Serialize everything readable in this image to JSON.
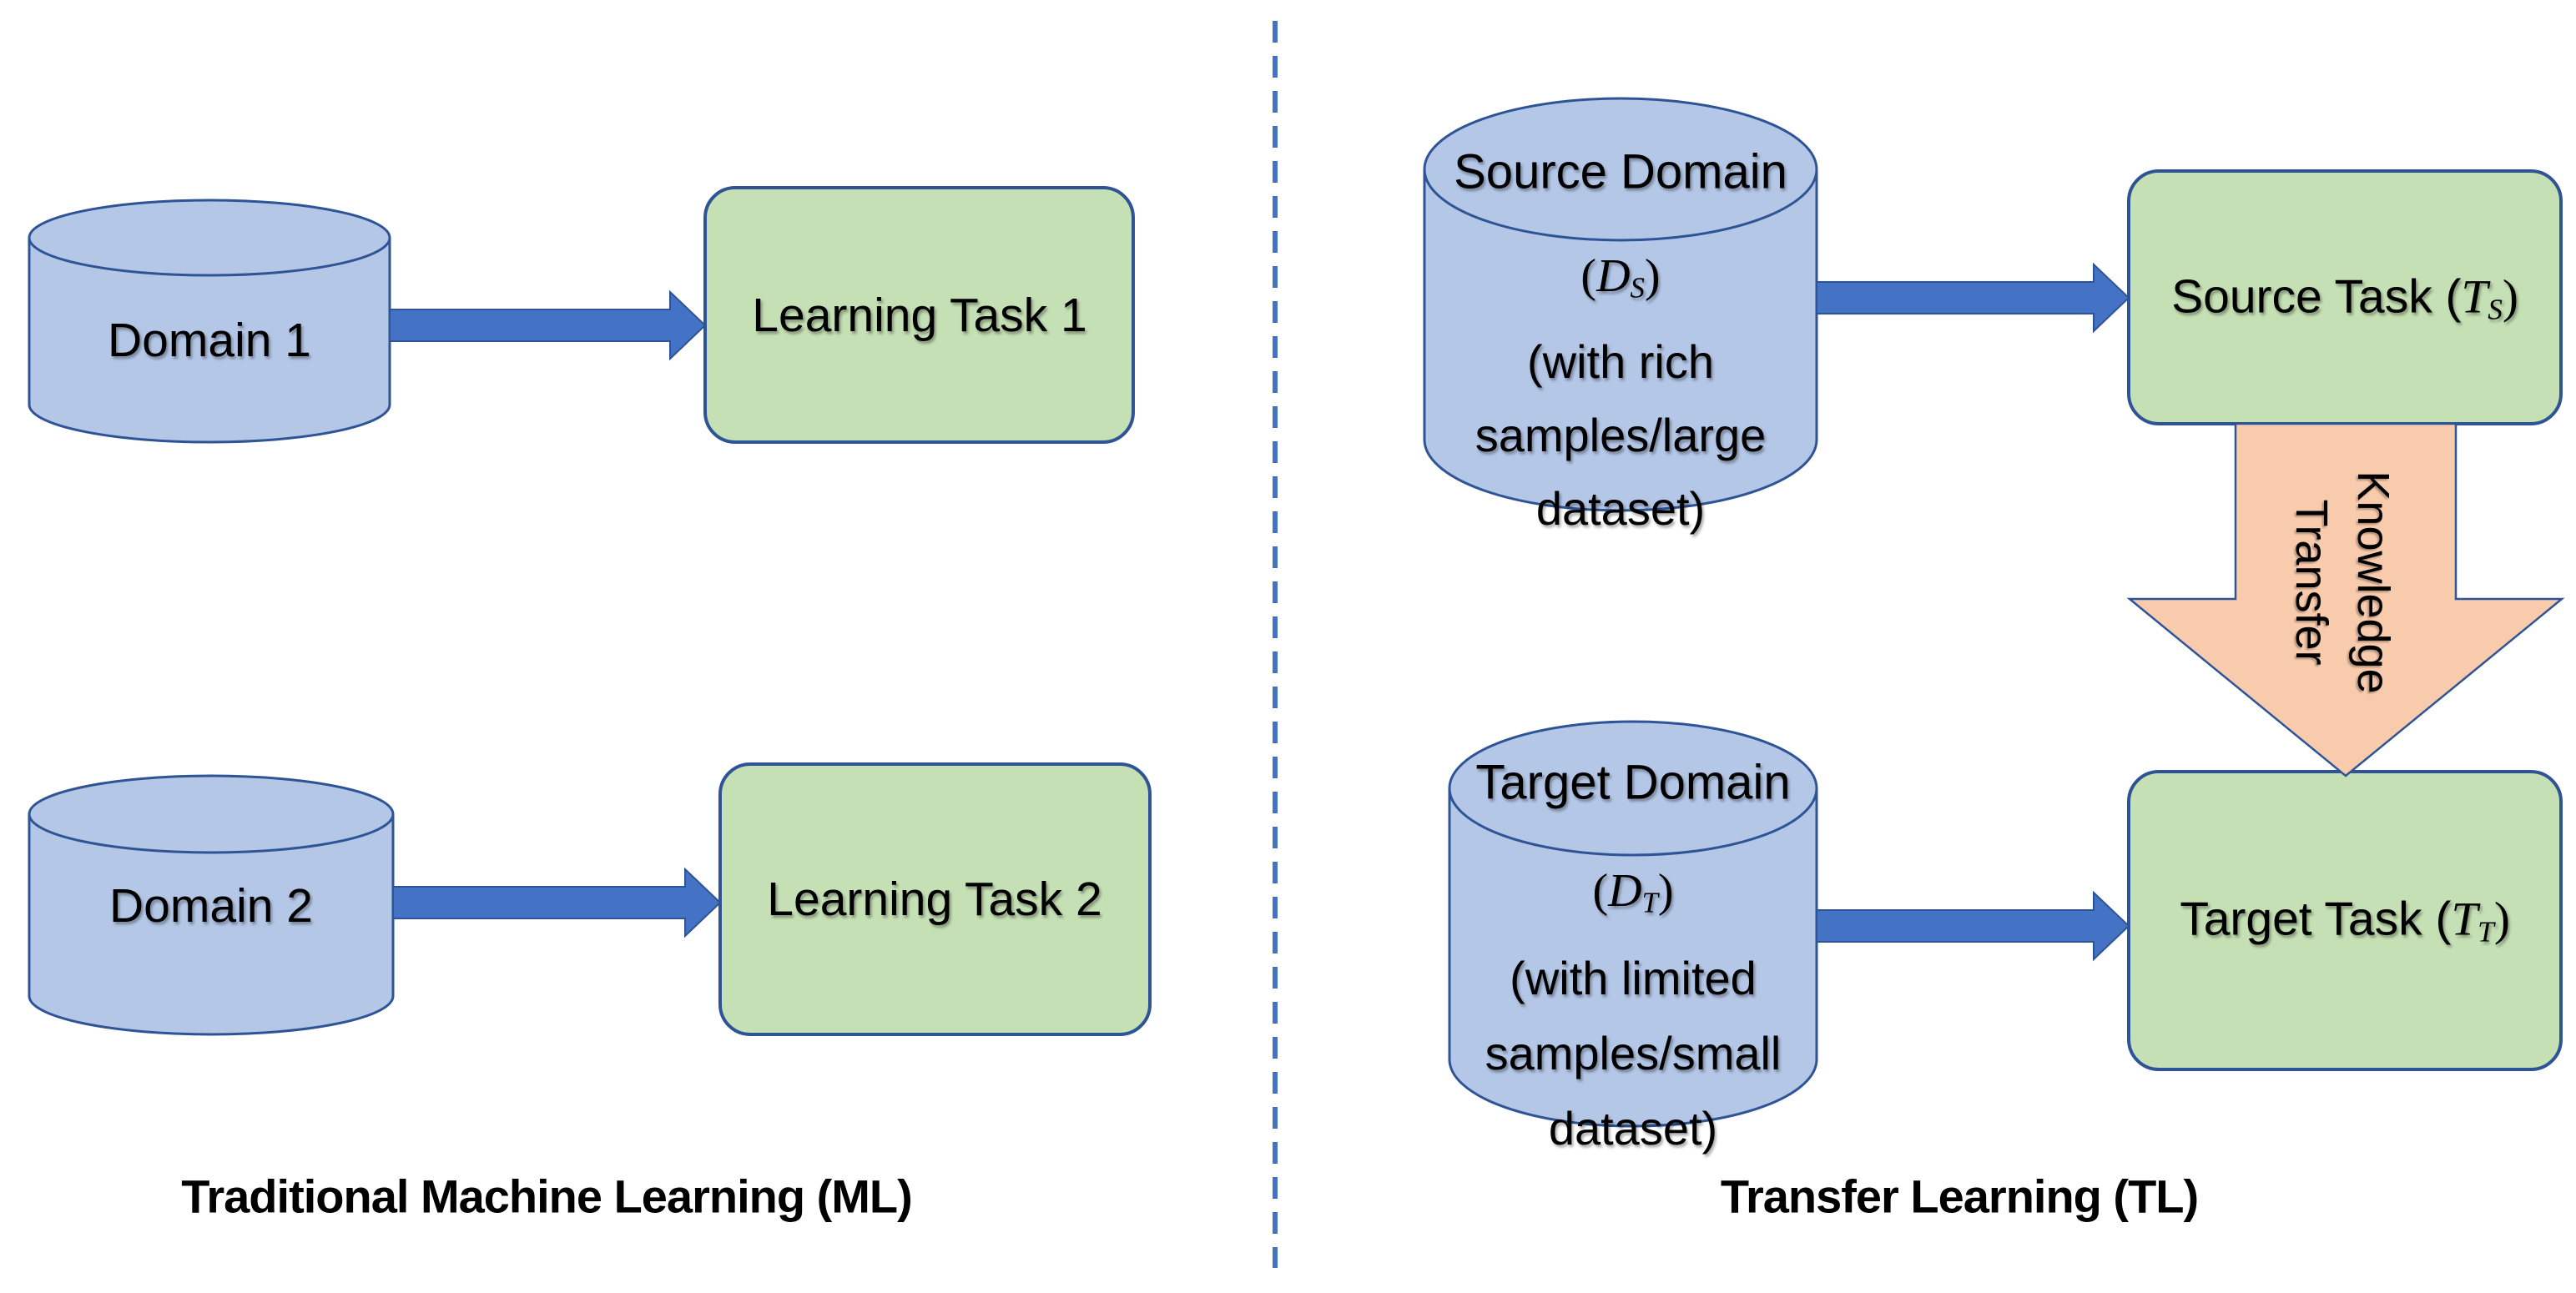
{
  "colors": {
    "cylinder_fill": "#B4C7E7",
    "task_box_fill": "#C5E0B4",
    "shape_border": "#2F5496",
    "arrow_fill": "#4472C4",
    "knowledge_arrow_fill": "#F8CBAD",
    "divider": "#4472C4",
    "text": "#000000"
  },
  "left_panel": {
    "caption": "Traditional Machine Learning (ML)",
    "rows": [
      {
        "domain_label": "Domain 1",
        "task_label": "Learning Task 1"
      },
      {
        "domain_label": "Domain 2",
        "task_label": "Learning Task 2"
      }
    ]
  },
  "right_panel": {
    "caption": "Transfer Learning (TL)",
    "source": {
      "cylinder_title": "Source Domain",
      "symbol": {
        "open": "(",
        "base": "D",
        "sub": "S",
        "close": ")"
      },
      "desc_lines": [
        "(with rich",
        "samples/large",
        "dataset)"
      ],
      "task_label": "Source Task (",
      "task_symbol": {
        "base": "T",
        "sub": "S",
        "close": ")"
      }
    },
    "target": {
      "cylinder_title": "Target Domain",
      "symbol": {
        "open": "(",
        "base": "D",
        "sub": "T",
        "close": ")"
      },
      "desc_lines": [
        "(with limited",
        "samples/small",
        "dataset)"
      ],
      "task_label": "Target Task (",
      "task_symbol": {
        "base": "T",
        "sub": "T",
        "close": ")"
      }
    },
    "knowledge_arrow": {
      "line1": "Knowledge",
      "line2": "Transfer"
    }
  }
}
